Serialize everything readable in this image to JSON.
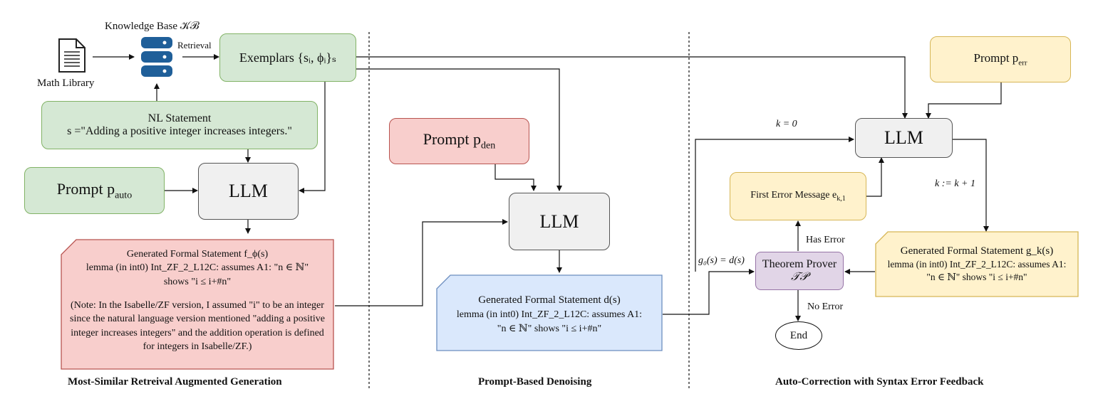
{
  "colors": {
    "green_fill": "#d5e8d4",
    "green_stroke": "#82b366",
    "red_fill": "#f8cecc",
    "red_stroke": "#b85450",
    "yellow_fill": "#fff2cc",
    "yellow_stroke": "#d6b656",
    "blue_fill": "#dae8fc",
    "blue_stroke": "#6c8ebf",
    "purple_fill": "#e1d5e7",
    "purple_stroke": "#9673a6",
    "gray_fill": "#f0f0f0"
  },
  "icons": [
    "document-icon",
    "database-icon"
  ],
  "left": {
    "kb_label": "Knowledge Base 𝒦ℬ",
    "math_library": "Math Library",
    "retrieval": "Retrieval",
    "exemplars": "Exemplars {sᵢ, ϕᵢ}ₛ",
    "nl_title": "NL Statement",
    "nl_text": "s =\"Adding a positive integer increases integers.\"",
    "prompt_auto": "Prompt p",
    "prompt_auto_sub": "auto",
    "llm": "LLM",
    "gen_title": "Generated Formal Statement f_ϕ(s)",
    "gen_line1": "lemma (in int0) Int_ZF_2_L12C: assumes A1: \"n ∈ ℕ\"",
    "gen_line2": "shows \"i ≤ i+#n\"",
    "gen_note": "(Note: In the Isabelle/ZF version, I assumed \"i\" to be an integer since the natural language version mentioned \"adding a positive integer increases integers\" and the addition operation is defined for integers in Isabelle/ZF.)",
    "caption": "Most-Similar Retreival Augmented Generation"
  },
  "middle": {
    "prompt_den": "Prompt p",
    "prompt_den_sub": "den",
    "llm": "LLM",
    "gen_title": "Generated Formal Statement d(s)",
    "gen_line1": "lemma (in int0) Int_ZF_2_L12C: assumes A1:",
    "gen_line2": "\"n ∈ ℕ\" shows \"i ≤ i+#n\"",
    "caption": "Prompt-Based Denoising"
  },
  "right": {
    "prompt_err": "Prompt p",
    "prompt_err_sub": "err",
    "llm": "LLM",
    "k0": "k = 0",
    "k_inc": "k := k + 1",
    "first_error": "First Error Message e",
    "first_error_sub": "k,1",
    "has_error": "Has Error",
    "no_error": "No Error",
    "g0": "g₀(s) = d(s)",
    "tp_title": "Theorem Prover",
    "tp_sym": "𝒯𝒫",
    "gen_title": "Generated Formal Statement g_k(s)",
    "gen_line1": "lemma (in int0) Int_ZF_2_L12C: assumes A1:",
    "gen_line2": "\"n ∈ ℕ\" shows \"i ≤ i+#n\"",
    "end": "End",
    "caption": "Auto-Correction with Syntax Error Feedback"
  }
}
